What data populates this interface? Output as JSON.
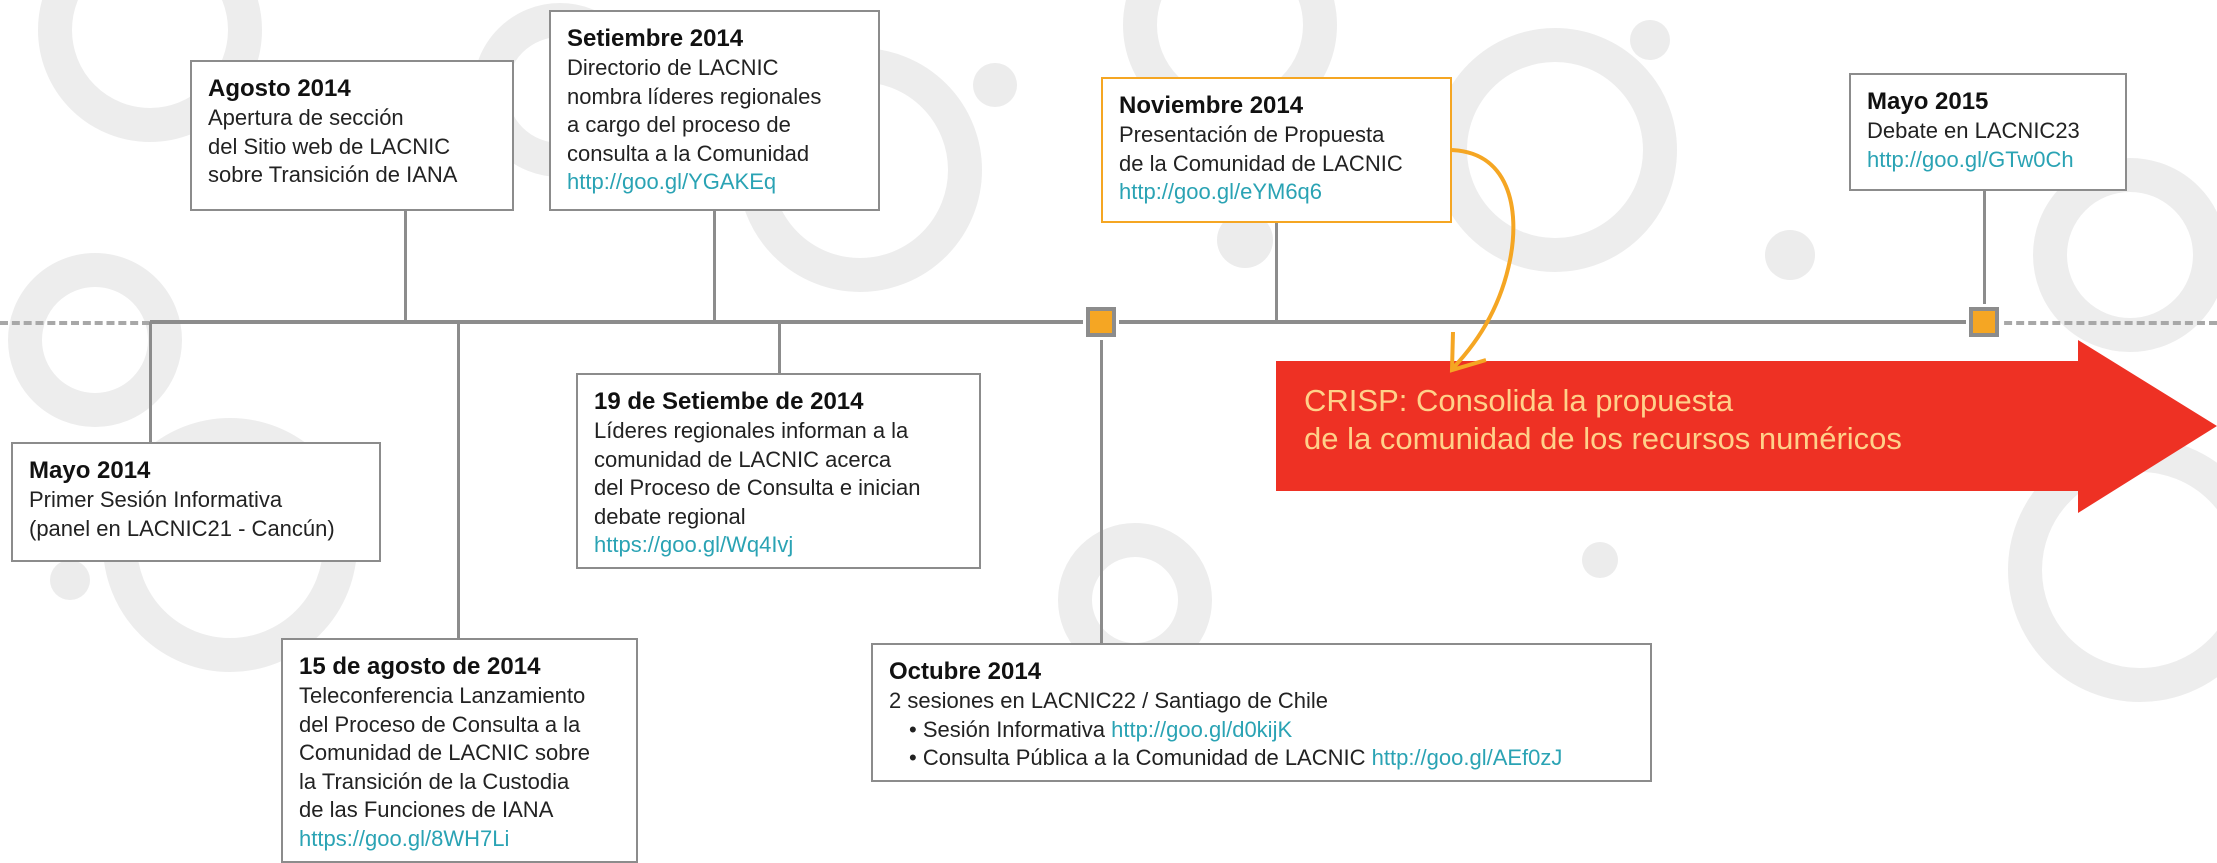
{
  "colors": {
    "accent": "#f5a623",
    "arrow": "#ee3124",
    "link": "#2aa3b4",
    "line": "#8c8c8c"
  },
  "events": {
    "ago2014": {
      "title": "Agosto 2014",
      "lines": [
        "Apertura de sección",
        "del Sitio web de LACNIC",
        "sobre Transición de IANA"
      ]
    },
    "set2014": {
      "title": "Setiembre 2014",
      "lines": [
        "Directorio de LACNIC",
        "nombra líderes regionales",
        "a cargo del proceso de",
        "consulta a la Comunidad"
      ],
      "link": "http://goo.gl/YGAKEq"
    },
    "nov2014": {
      "title": "Noviembre 2014",
      "lines": [
        "Presentación de Propuesta",
        "de la Comunidad de LACNIC"
      ],
      "link": "http://goo.gl/eYM6q6"
    },
    "may2015": {
      "title": "Mayo 2015",
      "lines": [
        "Debate en LACNIC23"
      ],
      "link": "http://goo.gl/GTw0Ch"
    },
    "may2014": {
      "title": "Mayo 2014",
      "lines": [
        "Primer Sesión Informativa",
        "(panel en LACNIC21 - Cancún)"
      ]
    },
    "set19": {
      "title": "19 de Setiembe de 2014",
      "lines": [
        "Líderes regionales informan a la",
        "comunidad de LACNIC acerca",
        "del Proceso de Consulta e inician",
        "debate regional"
      ],
      "link": "https://goo.gl/Wq4Ivj"
    },
    "ago15": {
      "title": "15 de agosto de 2014",
      "lines": [
        "Teleconferencia Lanzamiento",
        "del Proceso de Consulta a la",
        "Comunidad de LACNIC sobre",
        "la Transición de la Custodia",
        "de las Funciones de IANA"
      ],
      "link": "https://goo.gl/8WH7Li"
    },
    "oct2014": {
      "title": "Octubre 2014",
      "lines": [
        "2 sesiones en LACNIC22 / Santiago de Chile"
      ],
      "bullets": [
        {
          "text": "• Sesión Informativa ",
          "link": "http://goo.gl/d0kijK"
        },
        {
          "text": "• Consulta Pública a la Comunidad de LACNIC ",
          "link": "http://goo.gl/AEf0zJ"
        }
      ]
    }
  },
  "crisp": {
    "name": "CRISP:",
    "line1": " Consolida la propuesta",
    "line2": "de la comunidad de los recursos numéricos"
  }
}
